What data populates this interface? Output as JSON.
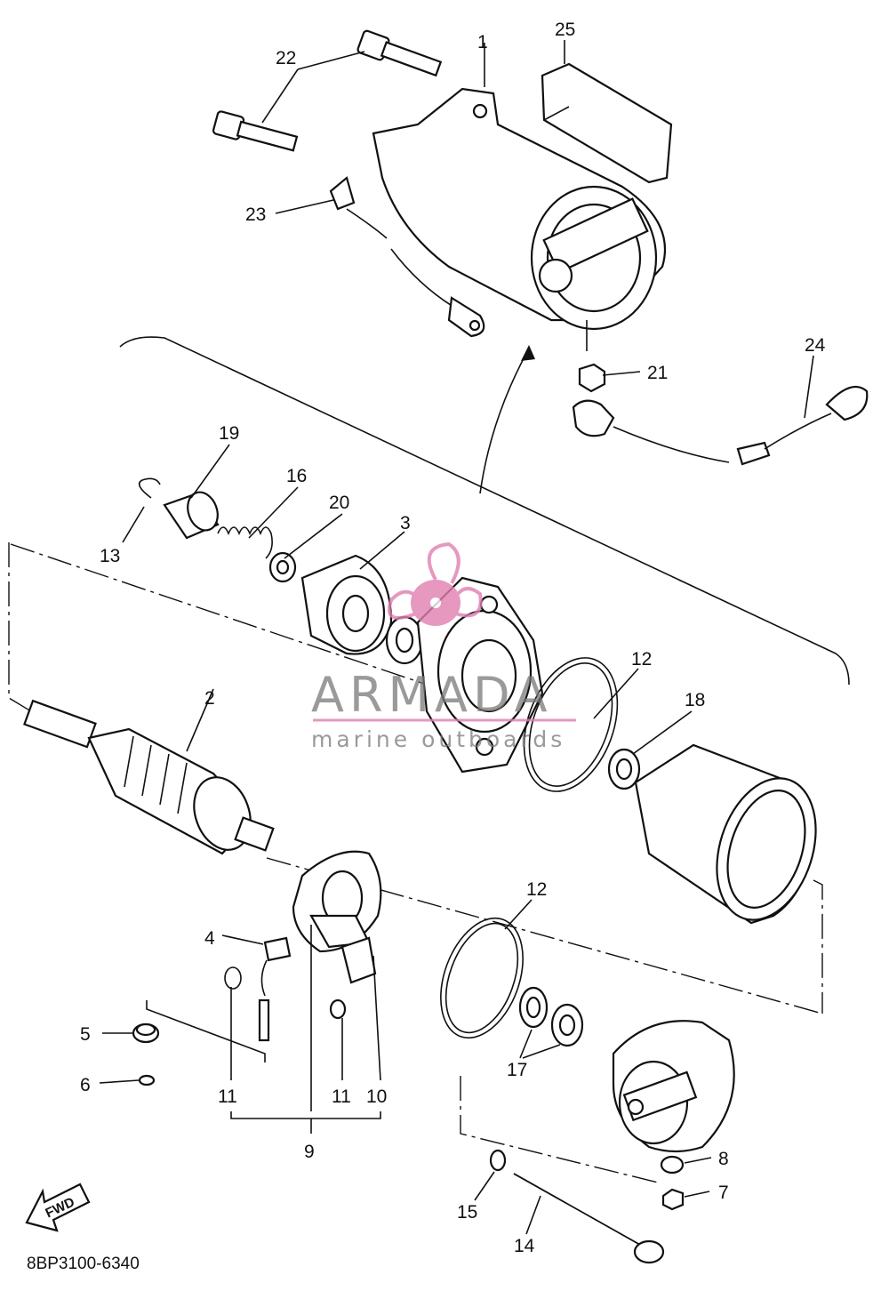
{
  "drawing_code": "8BP3100-6340",
  "fwd_label": "FWD",
  "watermark": {
    "brand": "ARMADA",
    "tagline": "marine outboards",
    "accent": "#e07fb0"
  },
  "callouts": [
    {
      "id": "c1",
      "text": "1"
    },
    {
      "id": "c2",
      "text": "2"
    },
    {
      "id": "c3",
      "text": "3"
    },
    {
      "id": "c4",
      "text": "4"
    },
    {
      "id": "c5",
      "text": "5"
    },
    {
      "id": "c6",
      "text": "6"
    },
    {
      "id": "c7",
      "text": "7"
    },
    {
      "id": "c8",
      "text": "8"
    },
    {
      "id": "c9",
      "text": "9"
    },
    {
      "id": "c10",
      "text": "10"
    },
    {
      "id": "c11a",
      "text": "11"
    },
    {
      "id": "c11b",
      "text": "11"
    },
    {
      "id": "c12a",
      "text": "12"
    },
    {
      "id": "c12b",
      "text": "12"
    },
    {
      "id": "c13",
      "text": "13"
    },
    {
      "id": "c14",
      "text": "14"
    },
    {
      "id": "c15",
      "text": "15"
    },
    {
      "id": "c16",
      "text": "16"
    },
    {
      "id": "c17",
      "text": "17"
    },
    {
      "id": "c18",
      "text": "18"
    },
    {
      "id": "c19",
      "text": "19"
    },
    {
      "id": "c20",
      "text": "20"
    },
    {
      "id": "c21",
      "text": "21"
    },
    {
      "id": "c22",
      "text": "22"
    },
    {
      "id": "c23",
      "text": "23"
    },
    {
      "id": "c24",
      "text": "24"
    },
    {
      "id": "c25",
      "text": "25"
    }
  ]
}
